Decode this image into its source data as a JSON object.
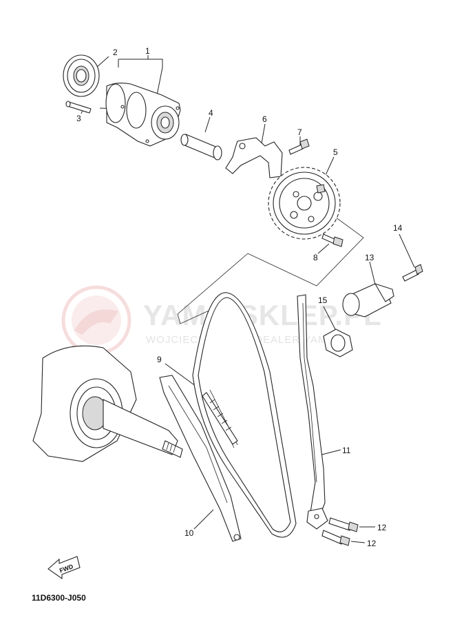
{
  "diagram": {
    "code": "11D6300-J050",
    "direction_label": "FWD",
    "watermark": {
      "title": "YAMA-SKLEP.PL",
      "subtitle": "WOJCIECHOWICZ | DEALER YAMAHA"
    },
    "callouts": [
      {
        "id": "c1",
        "label": "1"
      },
      {
        "id": "c2",
        "label": "2"
      },
      {
        "id": "c3",
        "label": "3"
      },
      {
        "id": "c4",
        "label": "4"
      },
      {
        "id": "c5",
        "label": "5"
      },
      {
        "id": "c6",
        "label": "6"
      },
      {
        "id": "c7",
        "label": "7"
      },
      {
        "id": "c8",
        "label": "8"
      },
      {
        "id": "c9",
        "label": "9"
      },
      {
        "id": "c10",
        "label": "10"
      },
      {
        "id": "c11",
        "label": "11"
      },
      {
        "id": "c12a",
        "label": "12"
      },
      {
        "id": "c12b",
        "label": "12"
      },
      {
        "id": "c13",
        "label": "13"
      },
      {
        "id": "c14",
        "label": "14"
      },
      {
        "id": "c15",
        "label": "15"
      }
    ]
  }
}
